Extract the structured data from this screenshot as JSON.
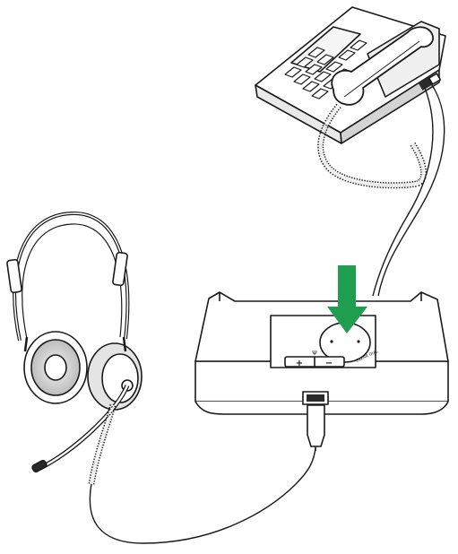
{
  "diagram": {
    "subject": "headset-base-connection",
    "colors": {
      "line": "#1a1a1a",
      "arrow": "#1f9e4f",
      "fill_light": "#ffffff",
      "fill_gray": "#e9e9e9",
      "fill_dark": "#2a2a2a"
    },
    "base_unit": {
      "button_plus": "+",
      "button_minus": "−",
      "mic_glyph": "Ψ",
      "ring_text": "CLEAR DIAL"
    },
    "arrow_direction": "down",
    "icons": [
      "desk-phone-icon",
      "headset-icon",
      "base-unit-icon",
      "down-arrow-icon"
    ]
  }
}
